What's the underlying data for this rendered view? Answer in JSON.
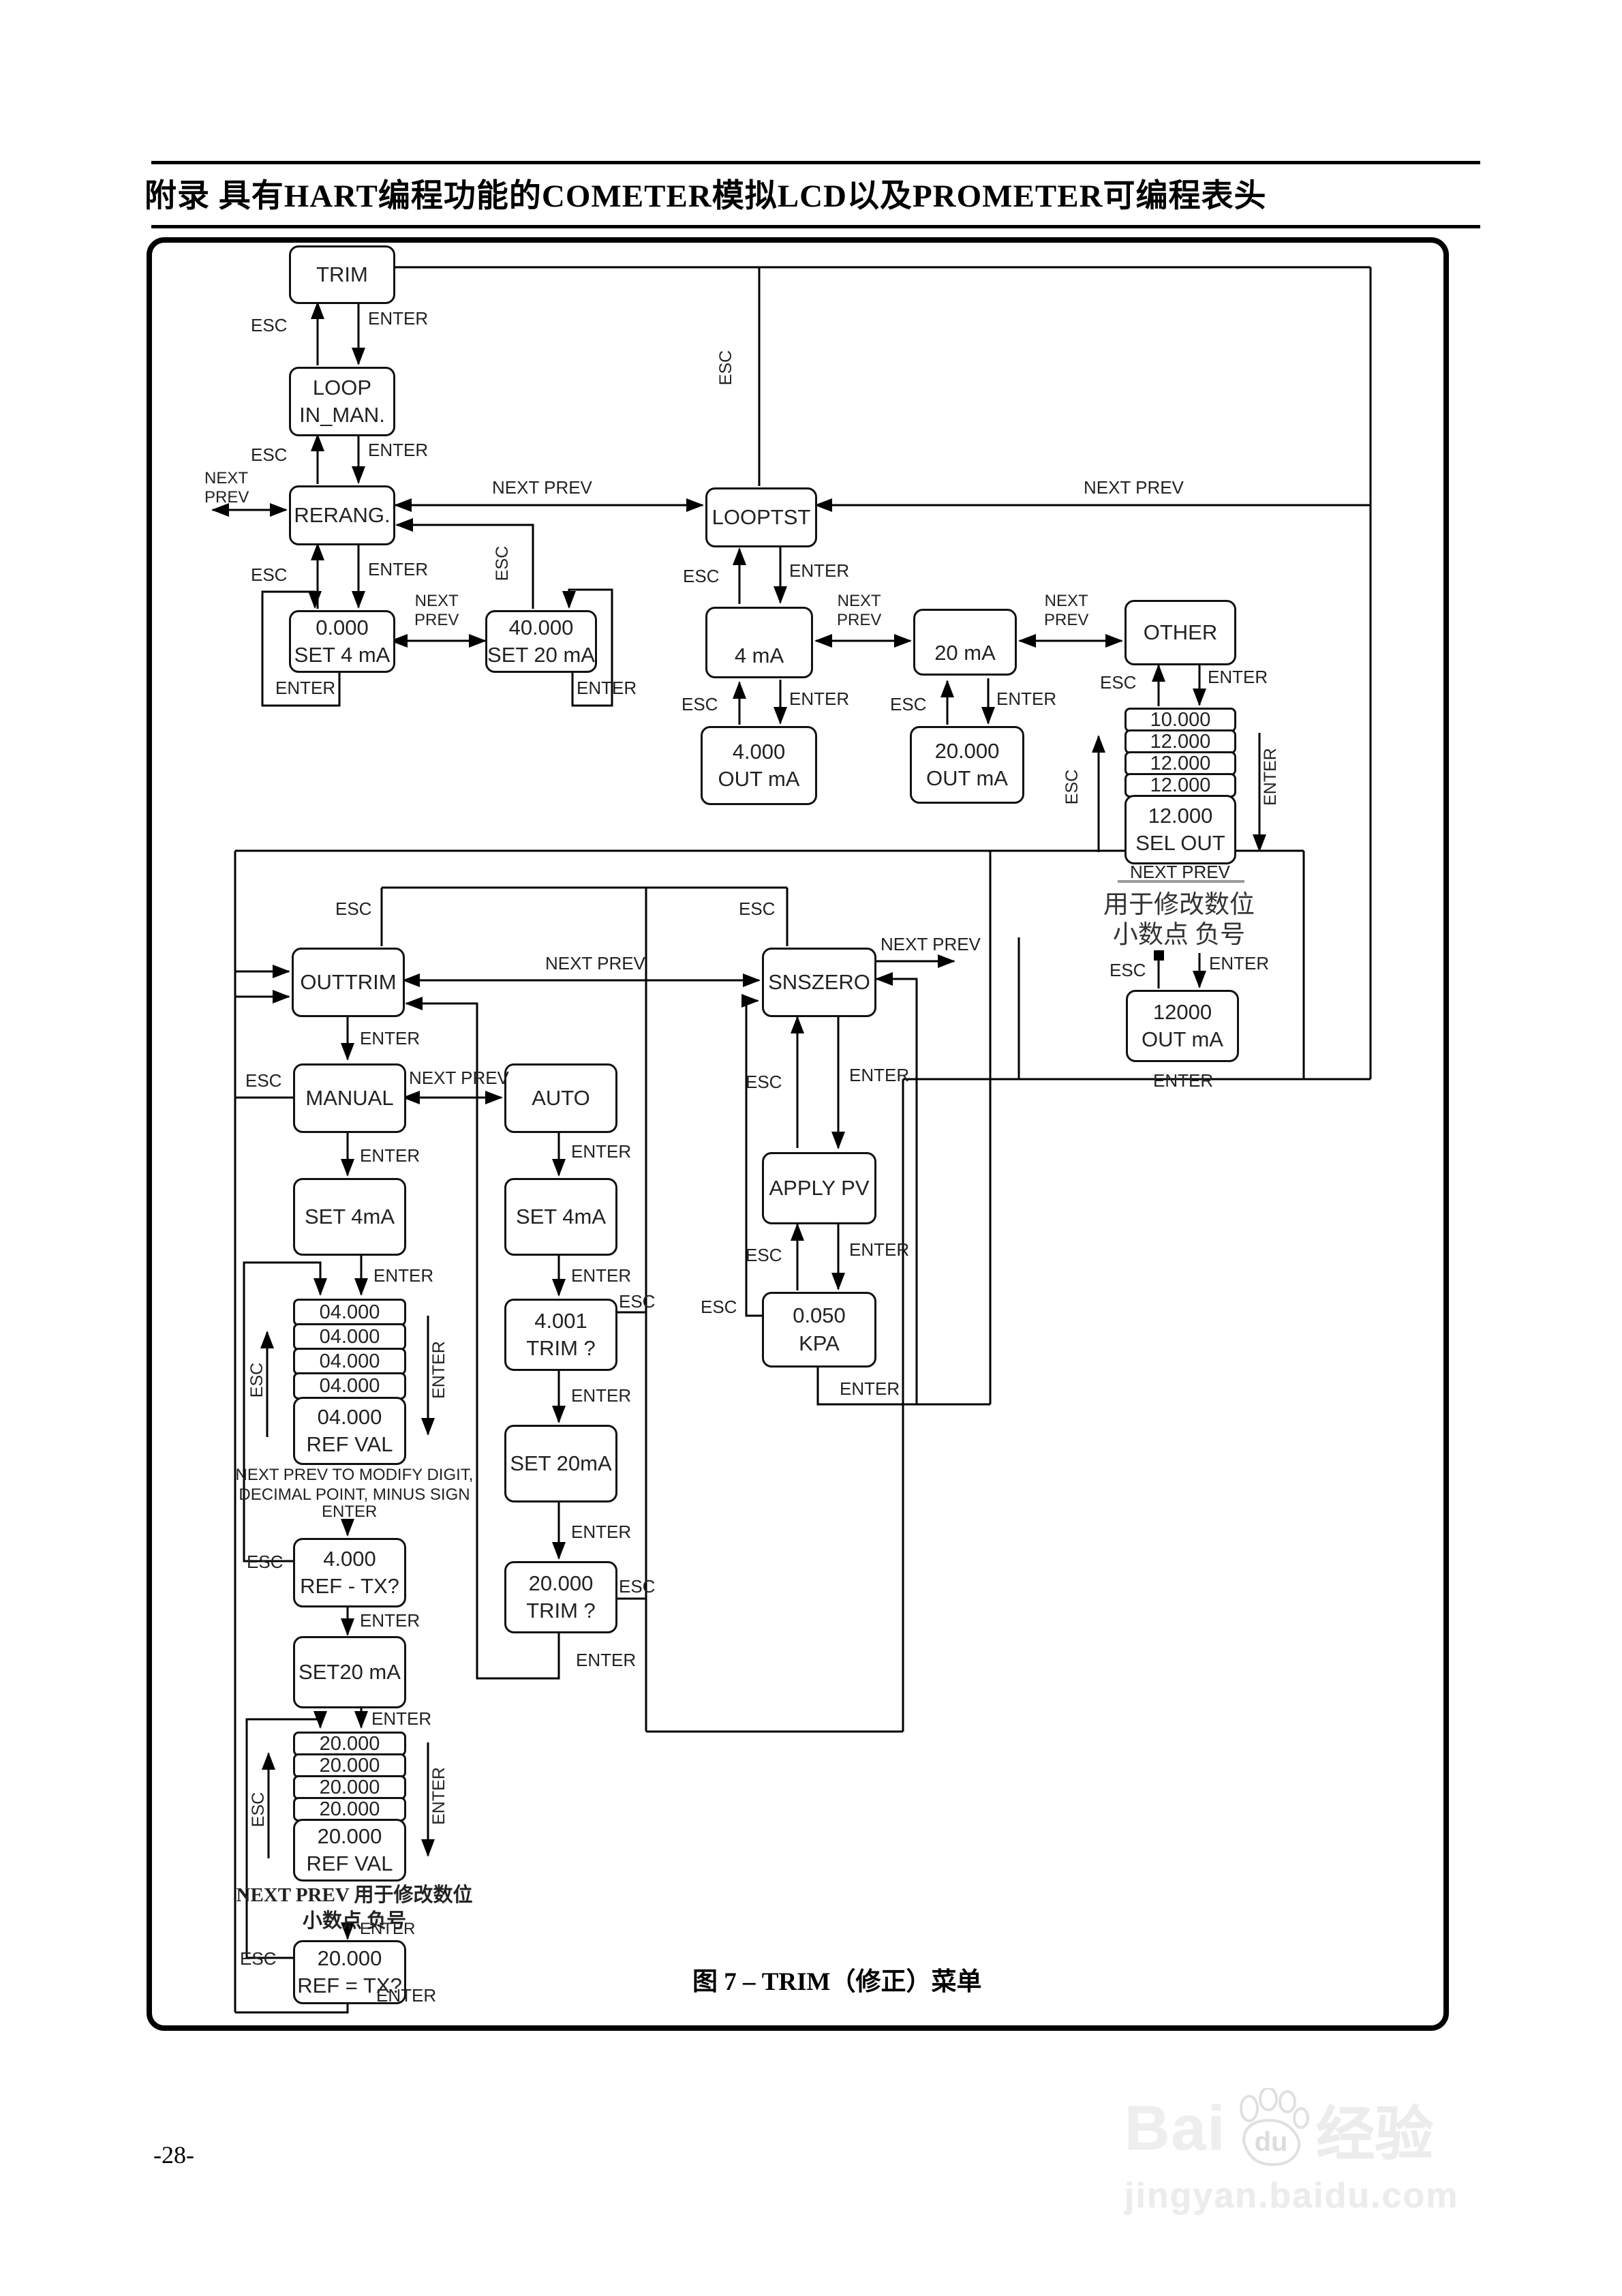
{
  "header": {
    "title": "附录 具有HART编程功能的COMETER模拟LCD以及PROMETER可编程表头"
  },
  "labels": {
    "esc": "ESC",
    "enter": "ENTER",
    "next_prev": "NEXT PREV",
    "next": "NEXT",
    "prev": "PREV"
  },
  "nodes": {
    "trim": {
      "l1": "TRIM"
    },
    "loop_inman": {
      "l1": "LOOP",
      "l2": "IN_MAN."
    },
    "rerang": {
      "l1": "RERANG."
    },
    "looptst": {
      "l1": "LOOPTST"
    },
    "set4": {
      "l1": "0.000",
      "l2": "SET 4 mA"
    },
    "set20": {
      "l1": "40.000",
      "l2": "SET 20 mA"
    },
    "ma4": {
      "l1": "4 mA"
    },
    "ma20": {
      "l1": "20 mA"
    },
    "other": {
      "l1": "OTHER"
    },
    "out4": {
      "l1": "4.000",
      "l2": "OUT  mA"
    },
    "out20": {
      "l1": "20.000",
      "l2": "OUT  mA"
    },
    "sel_stack": [
      "10.000",
      "12.000",
      "12.000",
      "12.000"
    ],
    "selout": {
      "l1": "12.000",
      "l2": "SEL OUT"
    },
    "out12000": {
      "l1": "12000",
      "l2": "OUT  mA"
    },
    "outtrim": {
      "l1": "OUTTRIM"
    },
    "snszero": {
      "l1": "SNSZERO"
    },
    "manual": {
      "l1": "MANUAL"
    },
    "auto": {
      "l1": "AUTO"
    },
    "set4_manual": {
      "l1": "SET  4mA"
    },
    "set4_auto": {
      "l1": "SET  4mA"
    },
    "applypv": {
      "l1": "APPLY PV"
    },
    "kpa": {
      "l1": "0.050",
      "l2": "KPA"
    },
    "ref_stack4": [
      "04.000",
      "04.000",
      "04.000",
      "04.000"
    ],
    "refval4": {
      "l1": "04.000",
      "l2": "REF VAL"
    },
    "trimq4": {
      "l1": "4.001",
      "l2": "TRIM ?"
    },
    "set20_mid": {
      "l1": "SET 20mA"
    },
    "trimq20": {
      "l1": "20.000",
      "l2": "TRIM ?"
    },
    "reftx4": {
      "l1": "4.000",
      "l2": "REF - TX?"
    },
    "set20_bottom": {
      "l1": "SET20 mA"
    },
    "ref_stack20": [
      "20.000",
      "20.000",
      "20.000",
      "20.000"
    ],
    "refval20": {
      "l1": "20.000",
      "l2": "REF VAL"
    },
    "reftx20": {
      "l1": "20.000",
      "l2": "REF = TX?"
    }
  },
  "notes": {
    "right_np": "NEXT PREV",
    "right_cn1": "用于修改数位",
    "right_cn2": "小数点  负号",
    "left_en1": "NEXT PREV TO MODIFY DIGIT,",
    "left_en2": "DECIMAL POINT, MINUS SIGN",
    "bottom_cn1": "NEXT PREV 用于修改数位",
    "bottom_cn2": "小数点  负号"
  },
  "caption": "图 7 – TRIM（修正）菜单",
  "page_number": "-28-",
  "watermark": {
    "brand": "Bai",
    "paw_text": "du",
    "brand_cn": "经验",
    "url": "jingyan.baidu.com"
  }
}
